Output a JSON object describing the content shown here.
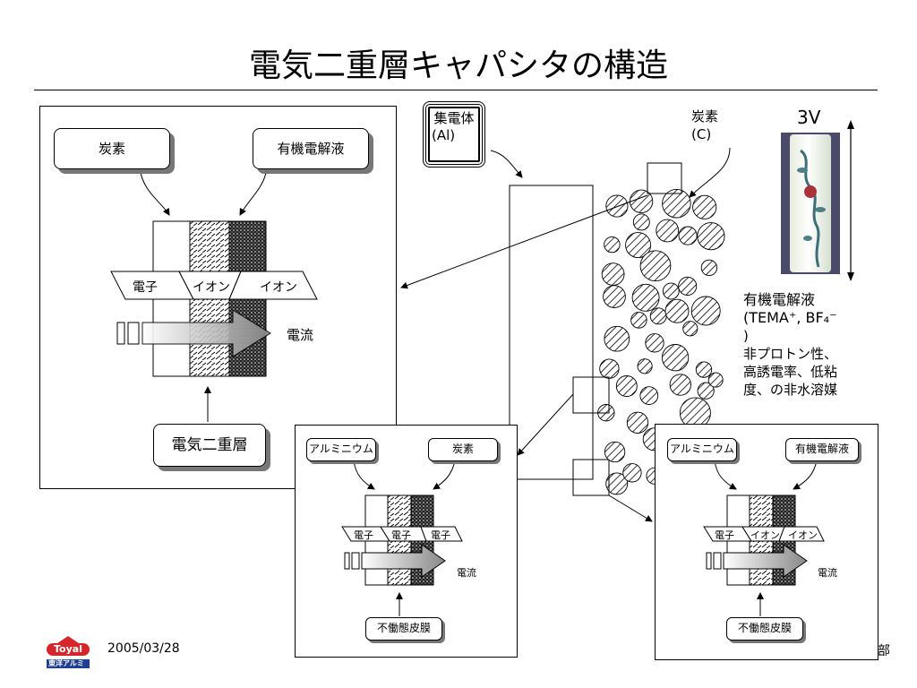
{
  "title": "電気二重層キャパシタの構造",
  "footer": {
    "date": "2005/03/28",
    "logo_top": "Toyal",
    "logo_bottom": "東洋アルミ"
  },
  "main_panel": {
    "carbon": "炭素",
    "electrolyte": "有機電解液",
    "electron": "電子",
    "ion1": "イオン",
    "ion2": "イオン",
    "current": "電流",
    "double_layer": "電気二重層"
  },
  "left_panel": {
    "aluminum": "アルミニウム",
    "carbon": "炭素",
    "electron1": "電子",
    "electron2": "電子",
    "electron3": "電子",
    "current": "電流",
    "passive_film": "不働態皮膜"
  },
  "right_panel": {
    "aluminum": "アルミニウム",
    "electrolyte": "有機電解液",
    "electron": "電子",
    "ion1": "イオン",
    "ion2": "イオン",
    "current": "電流",
    "passive_film": "不働態皮膜"
  },
  "collector": {
    "line1": "集電体",
    "line2": "(Al)"
  },
  "carbon_label": {
    "line1": "炭素",
    "line2": "(C)"
  },
  "voltage": "3V",
  "electrolyte_info": {
    "line1": "有機電解液",
    "line2": "(TEMA⁺, BF₄⁻",
    "line3": ")",
    "line4": "非プロトン性、",
    "line5": "高誘電率、低粘",
    "line6": "度、の非水溶媒"
  },
  "footer_partial": "部"
}
